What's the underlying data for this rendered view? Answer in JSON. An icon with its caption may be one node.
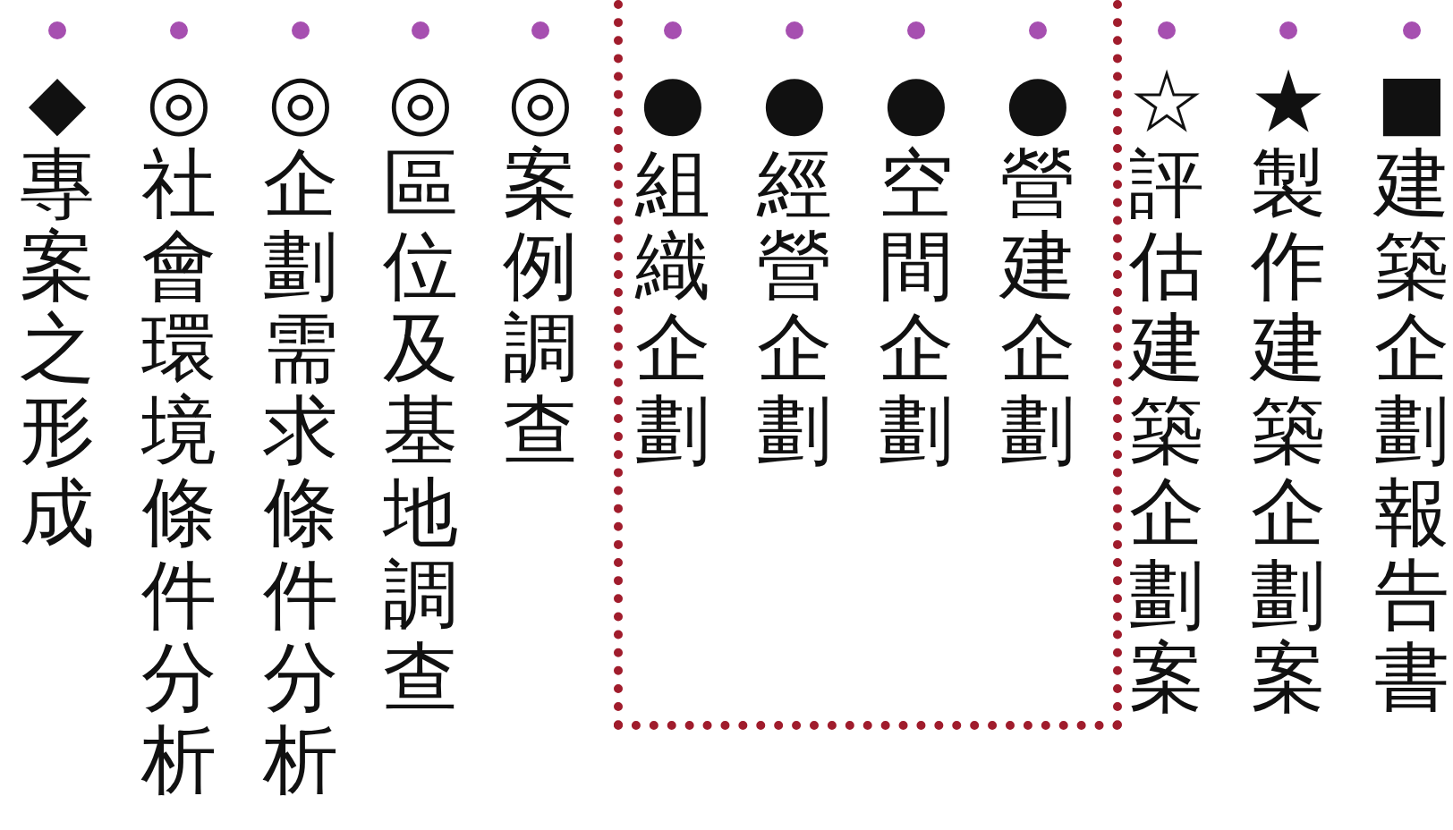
{
  "diagram": {
    "nodes": [
      {
        "text": [
          "■建築企劃報告書"
        ]
      },
      {
        "text": [
          "★製作建築企劃案"
        ]
      },
      {
        "text": [
          "☆評估建築企劃案"
        ]
      },
      {
        "text": [],
        "shape": "box"
      },
      {
        "text": [
          "●營建企劃"
        ],
        "in": 3
      },
      {
        "text": [
          "●空間企劃"
        ],
        "in": 3
      },
      {
        "text": [
          "●經營企劃"
        ],
        "in": 3
      },
      {
        "text": [
          "●組織企劃"
        ],
        "in": 3
      },
      {
        "text": [
          "◎案例調查"
        ]
      },
      {
        "text": [
          "◎區位及基地調查"
        ]
      },
      {
        "text": [
          "◎企劃需求條件分析"
        ]
      },
      {
        "text": [
          "◎社會環境條件分析"
        ]
      },
      {
        "text": [
          "◆專案之形成"
        ]
      }
    ],
    "edges": []
  }
}
